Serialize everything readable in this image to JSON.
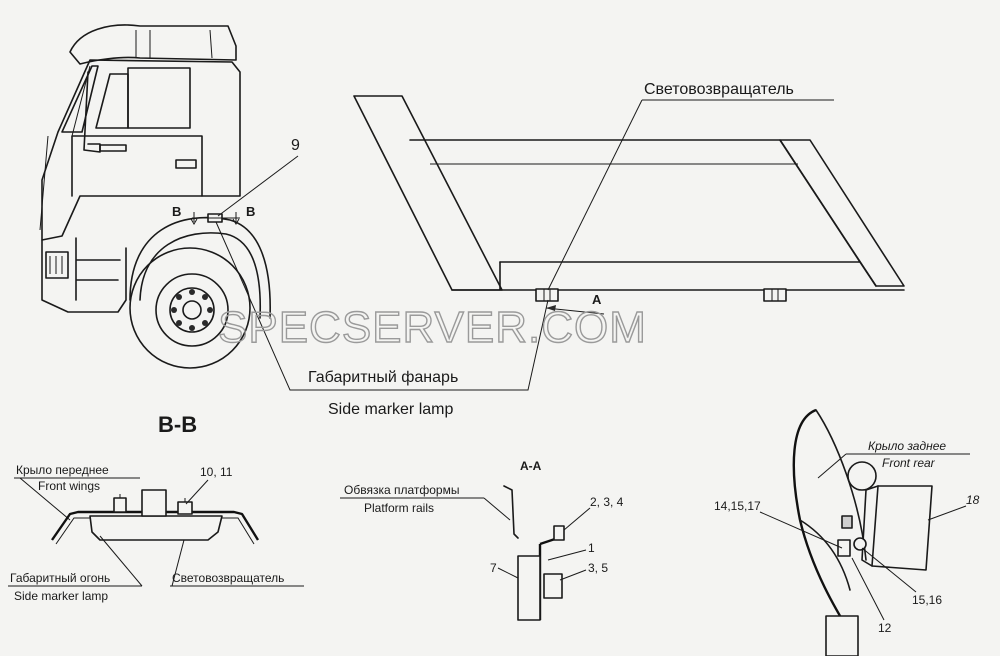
{
  "labels": {
    "reflector_top": "Световозвращатель",
    "callout_9": "9",
    "section_b_left": "B",
    "section_b_right": "B",
    "section_a": "A",
    "gabarit_lamp": "Габаритный фанарь",
    "side_marker_lamp": "Side marker lamp",
    "watermark": "SPECSERVER.COM",
    "section_bb_title": "B-B",
    "front_wing_ru": "Крыло переднее",
    "front_wing_en": "Front wings",
    "callout_10_11": "10, 11",
    "gabarit_light_ru": "Габаритный огонь",
    "side_marker_lamp_2": "Side marker lamp",
    "reflector_bb": "Световозвращатель",
    "section_aa_title": "A-A",
    "platform_rail_ru": "Обвязка платформы",
    "platform_rail_en": "Platform rails",
    "callout_2_3_4": "2, 3, 4",
    "callout_1": "1",
    "callout_3_5": "3, 5",
    "callout_7": "7",
    "rear_wing_ru": "Крыло заднее",
    "rear_wing_en": "Front rear",
    "callout_18": "18",
    "callout_14_15_17": "14,15,17",
    "callout_15_16": "15,16",
    "callout_12": "12"
  }
}
